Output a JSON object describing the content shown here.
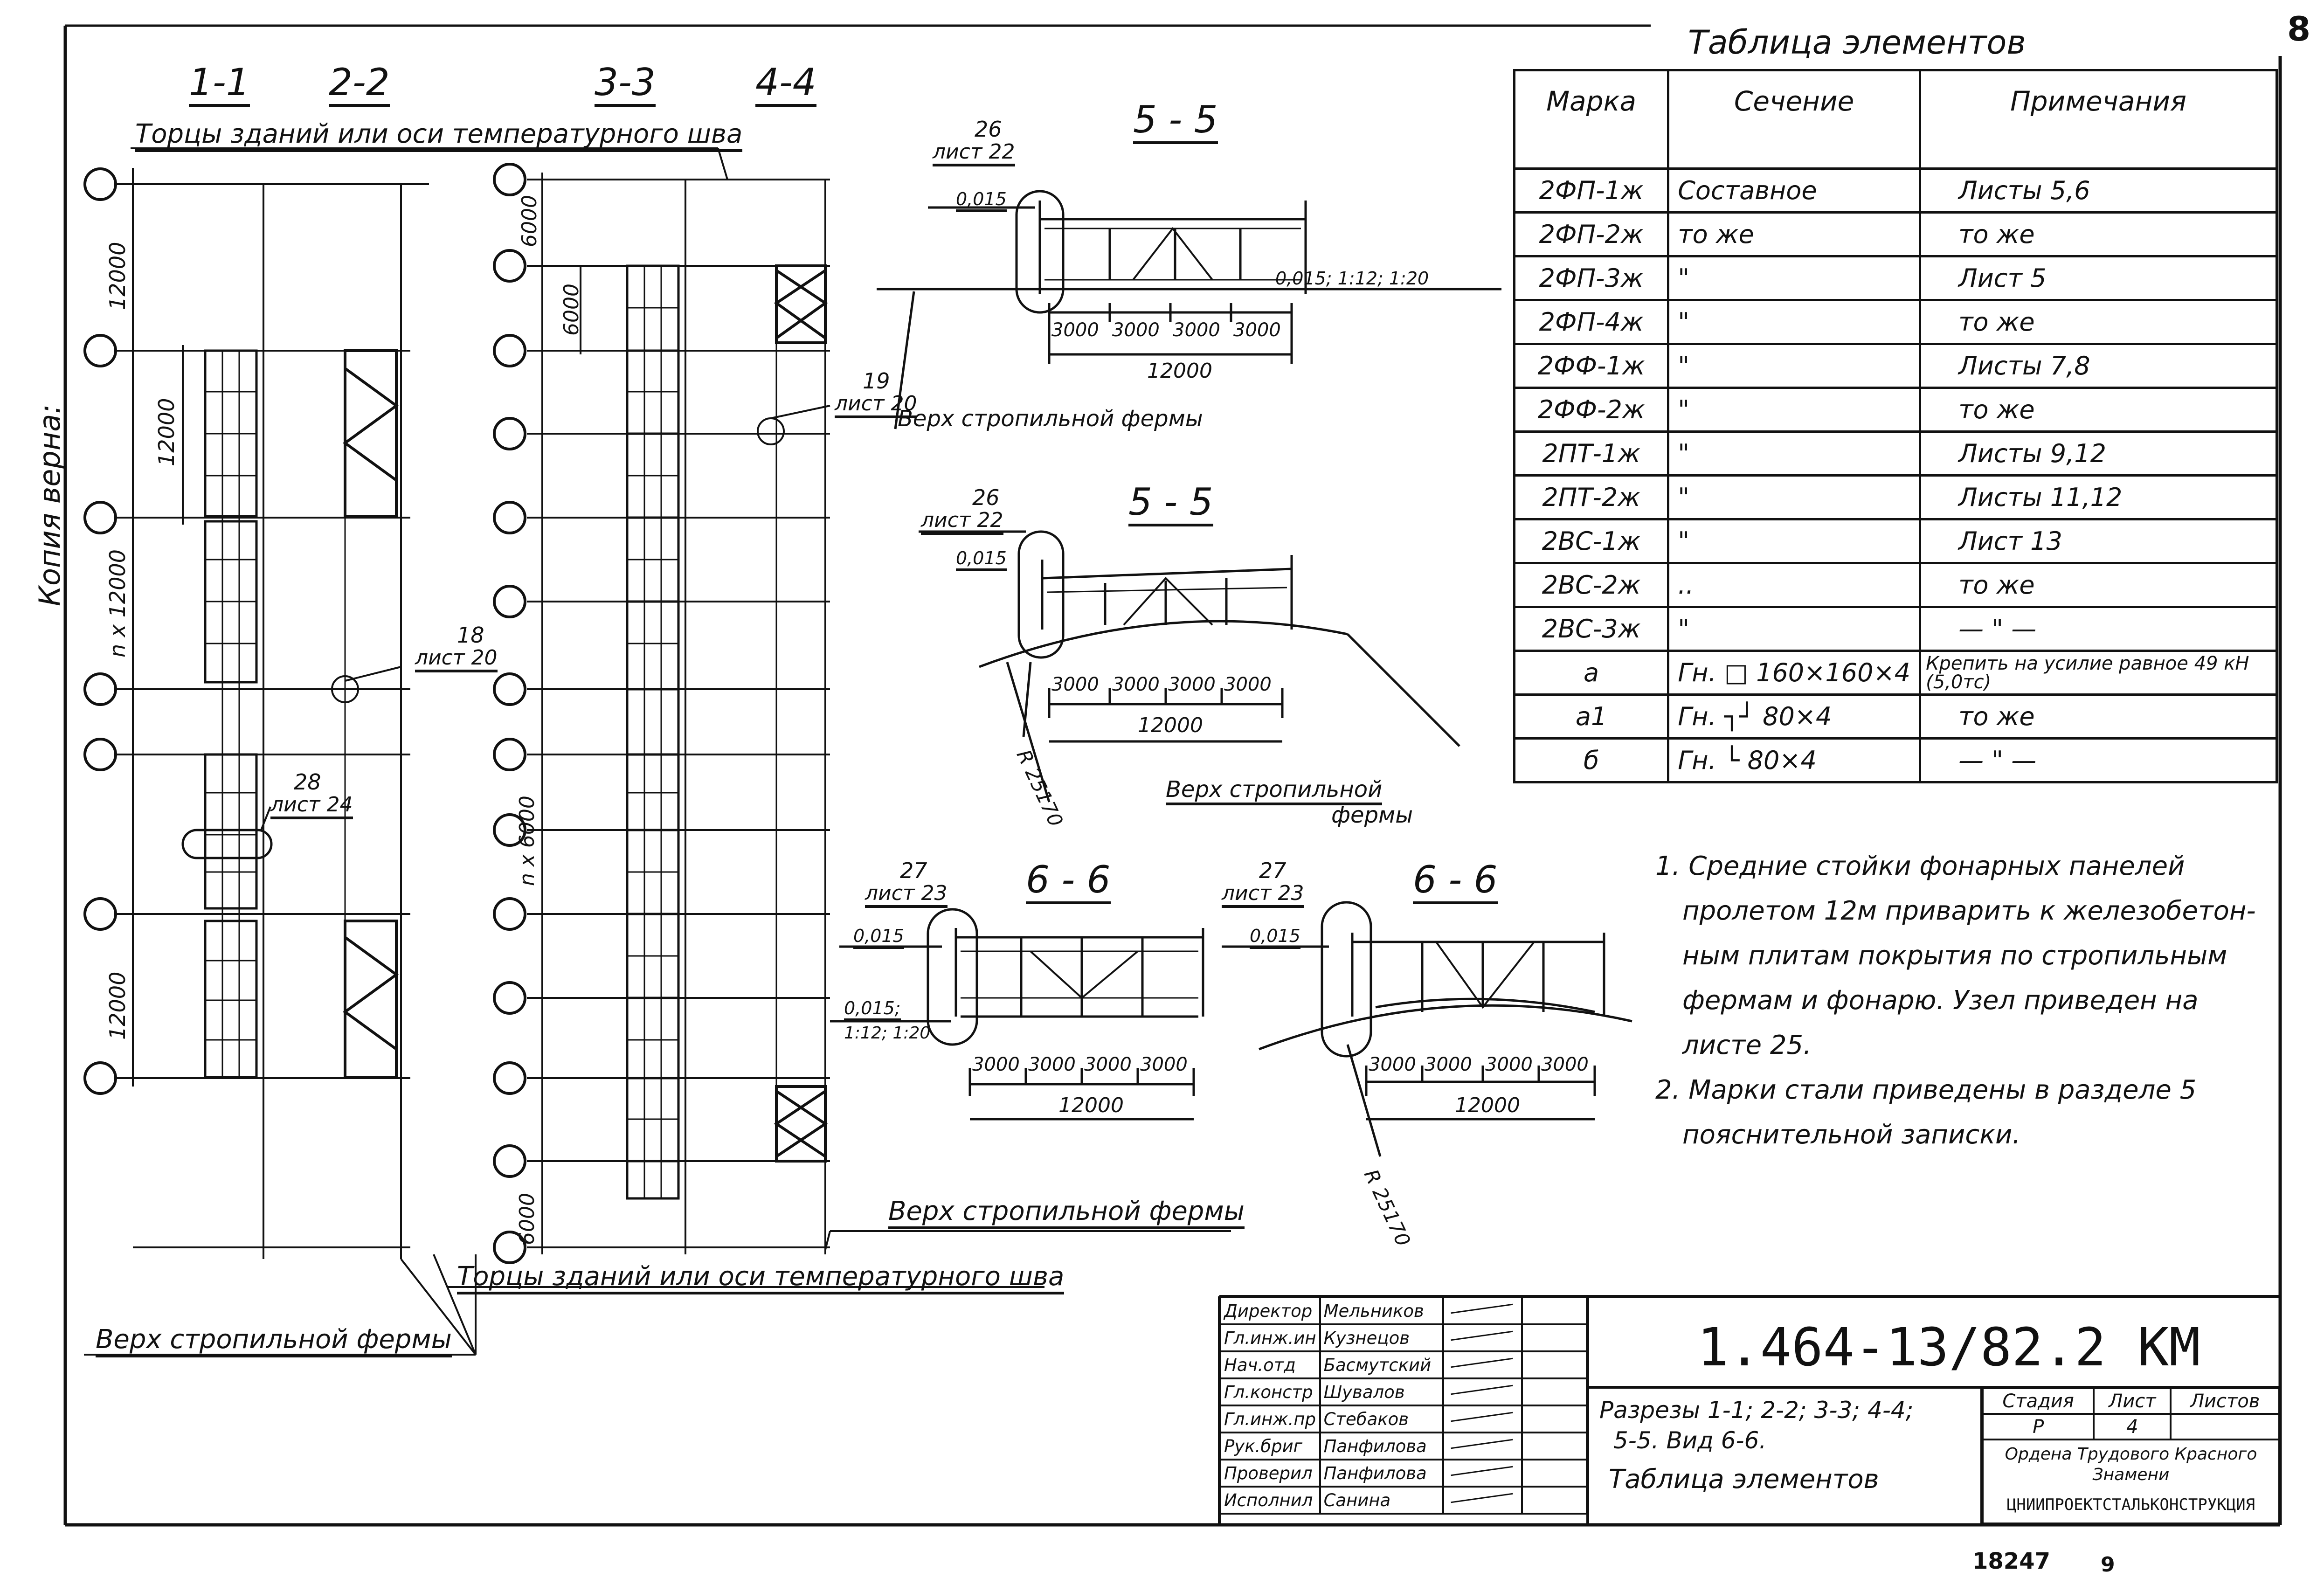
{
  "page_number": "8",
  "side_note": "Копия верна:",
  "sections": {
    "s11": "1-1",
    "s22": "2-2",
    "s33": "3-3",
    "s44": "4-4",
    "s55a": "5 - 5",
    "s55b": "5 - 5",
    "s66a": "6 - 6",
    "s66b": "6 - 6"
  },
  "labels": {
    "torcy_top": "Торцы зданий или оси температурного шва",
    "torcy_bottom": "Торцы зданий или оси температурного шва",
    "verh_fermy_1": "Верх стропильной фермы",
    "verh_fermy_2": "Верх стропильной фермы",
    "verh_fermy_3": "Верх стропильной фермы",
    "verh_fermy_4a": "Верх стропильной",
    "verh_fermy_4b": "фермы",
    "dim_12000_a": "12000",
    "dim_12000_b": "12000",
    "dim_n12000": "n x 12000",
    "dim_12000_c": "12000",
    "dim_6000_a": "6000",
    "dim_6000_b": "6000",
    "dim_n6000": "n x 6000",
    "dim_6000_c": "6000",
    "dim_3000": "3000",
    "dim_12000_total": "12000",
    "slope_a": "0,015",
    "slope_b": "0,015; 1:12; 1:20",
    "slope_c": "0,015",
    "slope_d": "0,015",
    "slope_e": "0,015;",
    "slope_f": "1:12; 1:20",
    "slope_g": "0,015",
    "radius_a": "R 25170",
    "radius_b": "R 25170",
    "node_18": "18",
    "node_18_sheet": "лист 20",
    "node_19": "19",
    "node_19_sheet": "лист 20",
    "node_26a": "26",
    "node_26a_sheet": "лист 22",
    "node_26b": "26",
    "node_26b_sheet": "лист 22",
    "node_27a": "27",
    "node_27a_sheet": "лист 23",
    "node_27b": "27",
    "node_27b_sheet": "лист 23",
    "node_28": "28",
    "node_28_sheet": "лист 24"
  },
  "table": {
    "title": "Таблица элементов",
    "headers": [
      "Марка",
      "Сечение",
      "Примечания"
    ],
    "rows": [
      [
        "2ФП-1ж",
        "Составное",
        "Листы 5,6"
      ],
      [
        "2ФП-2ж",
        "то же",
        "то же"
      ],
      [
        "2ФП-3ж",
        "\"",
        "Лист 5"
      ],
      [
        "2ФП-4ж",
        "\"",
        "то же"
      ],
      [
        "2ФФ-1ж",
        "\"",
        "Листы 7,8"
      ],
      [
        "2ФФ-2ж",
        "\"",
        "то же"
      ],
      [
        "2ПТ-1ж",
        "\"",
        "Листы 9,12"
      ],
      [
        "2ПТ-2ж",
        "\"",
        "Листы 11,12"
      ],
      [
        "2ВС-1ж",
        "\"",
        "Лист 13"
      ],
      [
        "2ВС-2ж",
        "..",
        "то же"
      ],
      [
        "2ВС-3ж",
        "\"",
        "— \" —"
      ],
      [
        "а",
        "Гн. □ 160×160×4",
        "Крепить на усилие равное 49 кН (5,0тс)"
      ],
      [
        "а1",
        "Гн. ┐┘ 80×4",
        "то же"
      ],
      [
        "б",
        "Гн. └ 80×4",
        "— \" —"
      ]
    ]
  },
  "notes": [
    "1. Средние стойки фонарных панелей",
    "пролетом 12м приварить к железобетон-",
    "ным плитам покрытия по стропильным",
    "фермам и фонарю. Узел приведен на",
    "листе 25.",
    "2. Марки стали приведены в разделе 5",
    "пояснительной записки."
  ],
  "title_block": {
    "signatures": [
      [
        "Директор",
        "Мельников"
      ],
      [
        "Гл.инж.ин",
        "Кузнецов"
      ],
      [
        "Нач.отд",
        "Басмутский"
      ],
      [
        "Гл.констр",
        "Шувалов"
      ],
      [
        "Гл.инж.пр",
        "Стебаков"
      ],
      [
        "Рук.бриг",
        "Панфилова"
      ],
      [
        "Проверил",
        "Панфилова"
      ],
      [
        "Исполнил",
        "Санина"
      ]
    ],
    "code": "1.464-13/82.2 КМ",
    "desc_1": "Разрезы 1-1; 2-2; 3-3; 4-4;",
    "desc_2": "5-5. Вид 6-6.",
    "desc_3": "Таблица элементов",
    "stage_label": "Стадия",
    "sheet_label": "Лист",
    "sheets_label": "Листов",
    "stage": "Р",
    "sheet": "4",
    "sheets": "",
    "org_1": "Ордена Трудового Красного",
    "org_2": "Знамени",
    "org_3": "ЦНИИПРОЕКТСТАЛЬКОНСТРУКЦИЯ"
  },
  "footer_code": "18247",
  "footer_num": "9"
}
